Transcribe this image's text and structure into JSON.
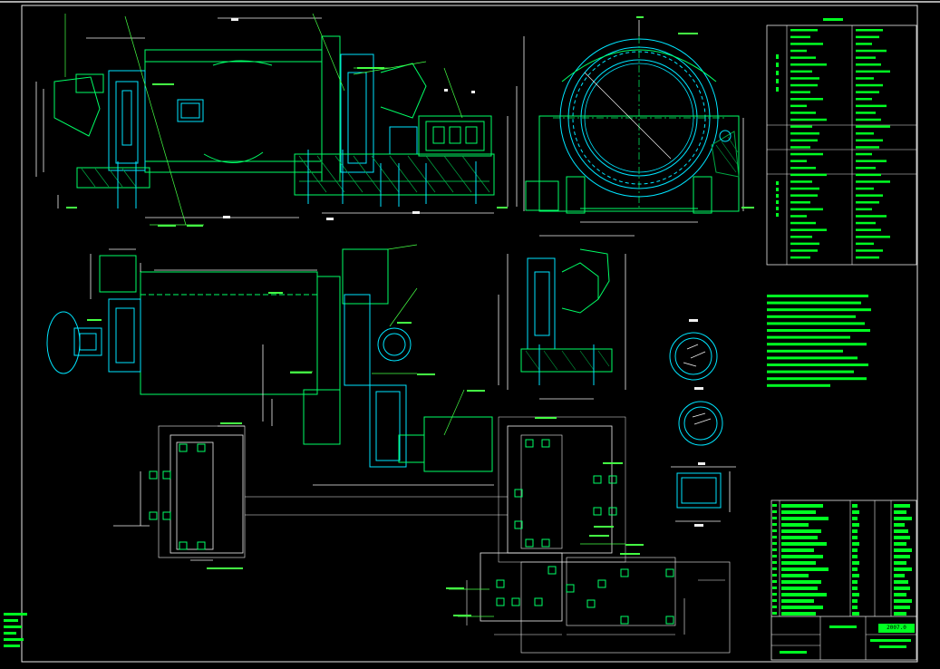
{
  "drawing": {
    "background": "#000000",
    "colors": {
      "frame": "#e8e8e8",
      "outline": "#00ff66",
      "part": "#00e5ff",
      "annotation": "#44ff44",
      "dimension": "#f0f0f0",
      "text_block": "#00ff22",
      "hatch": "#00aa44"
    },
    "views": [
      "front-elevation",
      "end-view",
      "plan-view",
      "side-section",
      "section-details",
      "foundation-plan-left",
      "foundation-plan-right",
      "foundation-plan-bottom"
    ],
    "title_block_code": "2007.0"
  }
}
